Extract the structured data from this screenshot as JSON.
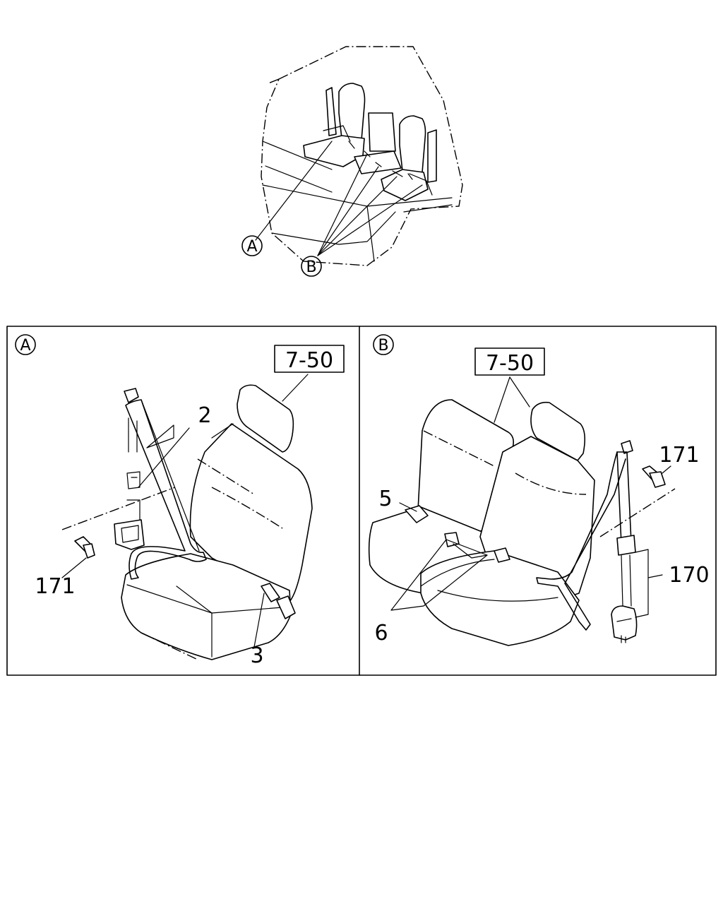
{
  "overview": {
    "callout_a": "A",
    "callout_b": "B"
  },
  "panel_a": {
    "badge": "A",
    "ref": "7-50",
    "parts": {
      "p2": "2",
      "p3": "3",
      "p171": "171"
    }
  },
  "panel_b": {
    "badge": "B",
    "ref": "7-50",
    "parts": {
      "p5": "5",
      "p6": "6",
      "p170": "170",
      "p171": "171"
    }
  },
  "colors": {
    "line": "#000000",
    "background": "#ffffff"
  }
}
